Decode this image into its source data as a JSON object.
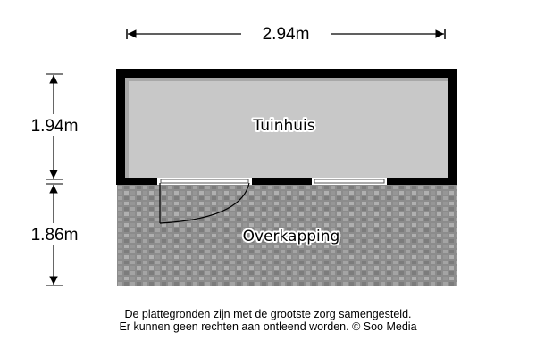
{
  "dimensions": {
    "width": "2.94m",
    "height_tuinhuis": "1.94m",
    "height_overkapping": "1.86m"
  },
  "rooms": {
    "tuinhuis": "Tuinhuis",
    "overkapping": "Overkapping"
  },
  "disclaimer": {
    "line1": "De plattegronden zijn met de grootste zorg samengesteld.",
    "line2": "Er kunnen geen rechten aan ontleend worden. © Soo Media"
  },
  "colors": {
    "wall": "#000000",
    "floor": "#c8c8c8",
    "paving": "#8a8a8a"
  }
}
